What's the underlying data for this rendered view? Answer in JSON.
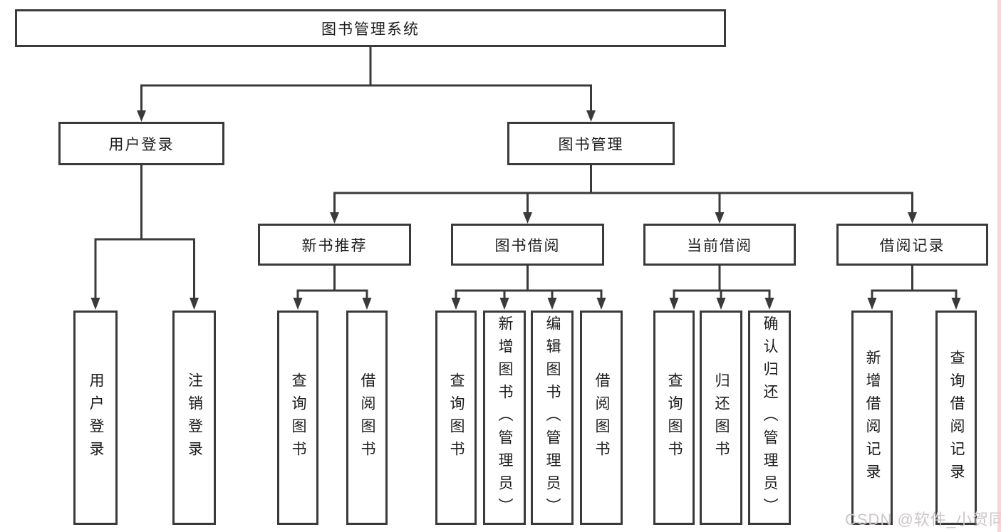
{
  "diagram": {
    "watermark": "CSDN @软件_小贺同学",
    "colors": {
      "line": "#3a3a3a",
      "box_border": "#3a3a3a",
      "box_fill": "#ffffff",
      "text": "#1c1c1c",
      "watermark": "#ccc6c7",
      "right_edge_strip": "#f3c6cd"
    },
    "tree": {
      "root": {
        "label": "图书管理系统"
      },
      "children": [
        {
          "label": "用户登录",
          "children": [
            {
              "label": "用户登录"
            },
            {
              "label": "注销登录"
            }
          ]
        },
        {
          "label": "图书管理",
          "children": [
            {
              "label": "新书推荐",
              "children": [
                {
                  "label": "查询图书"
                },
                {
                  "label": "借阅图书"
                }
              ]
            },
            {
              "label": "图书借阅",
              "children": [
                {
                  "label": "查询图书"
                },
                {
                  "label": "新增图书（管理员）"
                },
                {
                  "label": "编辑图书（管理员）"
                },
                {
                  "label": "借阅图书"
                }
              ]
            },
            {
              "label": "当前借阅",
              "children": [
                {
                  "label": "查询图书"
                },
                {
                  "label": "归还图书"
                },
                {
                  "label": "确认归还（管理员）"
                }
              ]
            },
            {
              "label": "借阅记录",
              "children": [
                {
                  "label": "新增借阅记录"
                },
                {
                  "label": "查询借阅记录"
                }
              ]
            }
          ]
        }
      ]
    }
  }
}
